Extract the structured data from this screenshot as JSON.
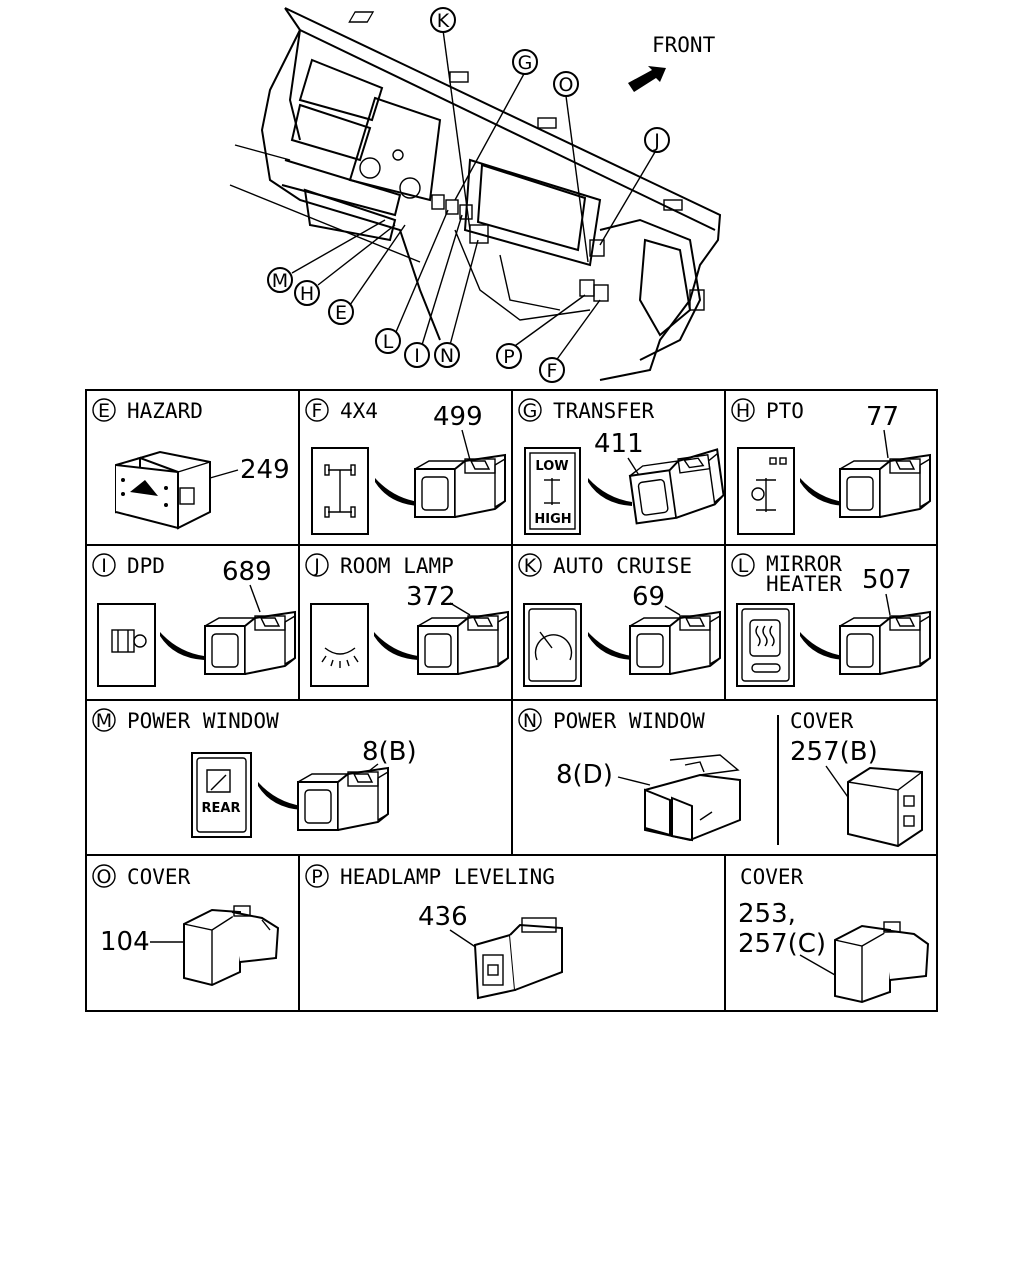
{
  "overview": {
    "front_label": "FRONT",
    "callouts": [
      "K",
      "G",
      "O",
      "J",
      "M",
      "H",
      "E",
      "L",
      "I",
      "N",
      "P",
      "F"
    ]
  },
  "cells": {
    "E": {
      "letter": "E",
      "title": "HAZARD",
      "part": "249"
    },
    "F": {
      "letter": "F",
      "title": "4X4",
      "part": "499"
    },
    "G": {
      "letter": "G",
      "title": "TRANSFER",
      "part": "411",
      "sym_top": "LOW",
      "sym_bottom": "HIGH"
    },
    "H": {
      "letter": "H",
      "title": "PTO",
      "part": "77"
    },
    "I": {
      "letter": "I",
      "title": "DPD",
      "part": "689"
    },
    "J": {
      "letter": "J",
      "title": "ROOM LAMP",
      "part": "372"
    },
    "K": {
      "letter": "K",
      "title": "AUTO CRUISE",
      "part": "69"
    },
    "L": {
      "letter": "L",
      "title": "MIRROR",
      "title2": "HEATER",
      "part": "507"
    },
    "M": {
      "letter": "M",
      "title": "POWER WINDOW",
      "part": "8(B)",
      "sym_text": "REAR"
    },
    "N": {
      "letter": "N",
      "title": "POWER WINDOW",
      "part": "8(D)"
    },
    "cover1": {
      "title": "COVER",
      "part": "257(B)"
    },
    "O": {
      "letter": "O",
      "title": "COVER",
      "part": "104"
    },
    "P": {
      "letter": "P",
      "title": "HEADLAMP LEVELING",
      "part": "436"
    },
    "cover2": {
      "title": "COVER",
      "part1": "253,",
      "part2": "257(C)"
    }
  }
}
